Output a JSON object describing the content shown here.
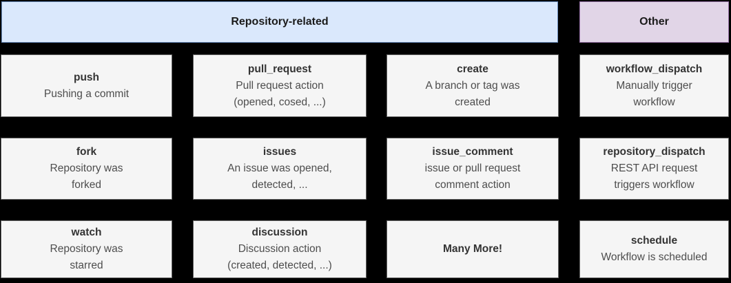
{
  "headers": {
    "repository_related": {
      "label": "Repository-related",
      "fill": "#dae8fc",
      "border": "#6c8ebf"
    },
    "other": {
      "label": "Other",
      "fill": "#e1d5e7",
      "border": "#9673a6"
    }
  },
  "colors": {
    "background": "#000000",
    "card_fill": "#f5f5f5",
    "card_border": "#666666",
    "title_text": "#333333",
    "description_text": "#4d4d4d"
  },
  "cards": [
    {
      "title": "push",
      "description": "Pushing a commit"
    },
    {
      "title": "pull_request",
      "description": "Pull request action\n(opened, cosed, ...)"
    },
    {
      "title": "create",
      "description": "A branch or tag was\ncreated"
    },
    {
      "title": "workflow_dispatch",
      "description": "Manually trigger\nworkflow"
    },
    {
      "title": "fork",
      "description": "Repository was\nforked"
    },
    {
      "title": "issues",
      "description": "An issue was opened,\ndetected, ..."
    },
    {
      "title": "issue_comment",
      "description": "issue or pull request\ncomment action"
    },
    {
      "title": "repository_dispatch",
      "description": "REST API request\ntriggers workflow"
    },
    {
      "title": "watch",
      "description": "Repository was\nstarred"
    },
    {
      "title": "discussion",
      "description": "Discussion action\n(created, detected, ...)"
    },
    {
      "title": "Many More!",
      "description": ""
    },
    {
      "title": "schedule",
      "description": "Workflow is scheduled"
    }
  ]
}
